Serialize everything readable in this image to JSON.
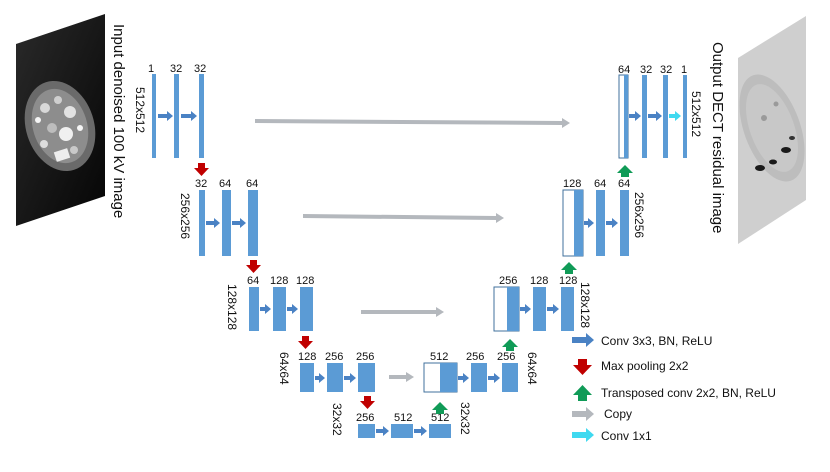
{
  "input_label": "Input denoised 100 kV image",
  "output_label": "Output DECT residual image",
  "level1": {
    "dim": "512x512",
    "enc_channels": [
      "1",
      "32",
      "32"
    ],
    "dec_channels": [
      "64",
      "32",
      "32",
      "1"
    ]
  },
  "level2": {
    "dim": "256x256",
    "enc_channels": [
      "32",
      "64",
      "64"
    ],
    "dec_channels": [
      "128",
      "64",
      "64"
    ]
  },
  "level3": {
    "dim": "128x128",
    "enc_channels": [
      "64",
      "128",
      "128"
    ],
    "dec_channels": [
      "256",
      "128",
      "128"
    ]
  },
  "level4": {
    "dim": "64x64",
    "enc_channels": [
      "128",
      "256",
      "256"
    ],
    "dec_channels": [
      "512",
      "256",
      "256"
    ]
  },
  "level5": {
    "dim": "32x32",
    "channels": [
      "256",
      "512",
      "512"
    ]
  },
  "legend": {
    "conv": "Conv 3x3, BN, ReLU",
    "maxpool": "Max pooling 2x2",
    "transposed": "Transposed conv 2x2, BN, ReLU",
    "copy": "Copy",
    "conv1x1": "Conv 1x1"
  },
  "colors": {
    "block": "#5b9bd5",
    "block_border": "#41719c",
    "conv_arrow": "#4a82c4",
    "pool_arrow": "#c00000",
    "transposed_arrow": "#109b57",
    "copy_arrow": "#b4b8bd",
    "conv1x1_arrow": "#3fd9f0"
  }
}
